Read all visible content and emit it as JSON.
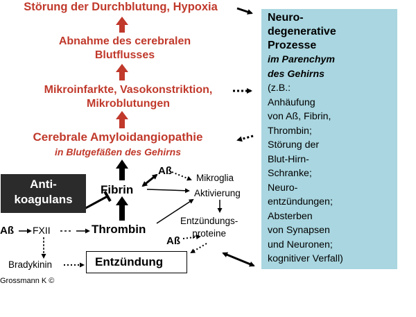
{
  "cascade": {
    "top": "Störung der Durchblutung, Hypoxia",
    "cbf_line1": "Abnahme des cerebralen",
    "cbf_line2": "Blutflusses",
    "micro_line1": "Mikroinfarkte, Vasokonstriktion,",
    "micro_line2": "Mikroblutungen",
    "caa": "Cerebrale Amyloidangiopathie",
    "caa_sub": "in Blutgefäßen des Gehirns"
  },
  "panel": {
    "title_lines": [
      "Neuro-",
      "degenerative",
      "Prozesse"
    ],
    "sub_lines": [
      "im Parenchym",
      "des Gehirns"
    ],
    "body_lines": [
      "(z.B.:",
      "Anhäufung",
      "von Aß, Fibrin,",
      "Thrombin;",
      "Störung der",
      "Blut-Hirn-",
      "Schranke;",
      "Neuro-",
      "entzündungen;",
      "Absterben",
      "von Synapsen",
      "und Neuronen;",
      "kognitiver Verfall)"
    ]
  },
  "nodes": {
    "antikoagulans_line1": "Anti-",
    "antikoagulans_line2": "koagulans",
    "fibrin": "Fibrin",
    "thrombin": "Thrombin",
    "abeta": "Aß",
    "mikroglia": "Mikroglia",
    "aktivierung": "Aktivierung",
    "entz_proteine_line1": "Entzündungs-",
    "entz_proteine_line2": "proteine",
    "fxii": "FXII",
    "bradykinin": "Bradykinin",
    "entzuendung": "Entzündung"
  },
  "credit": "Grossmann K ©",
  "colors": {
    "red_text": "#c0392b",
    "panel_bg": "#a9d6e0",
    "box_dark": "#2b2b2b"
  }
}
